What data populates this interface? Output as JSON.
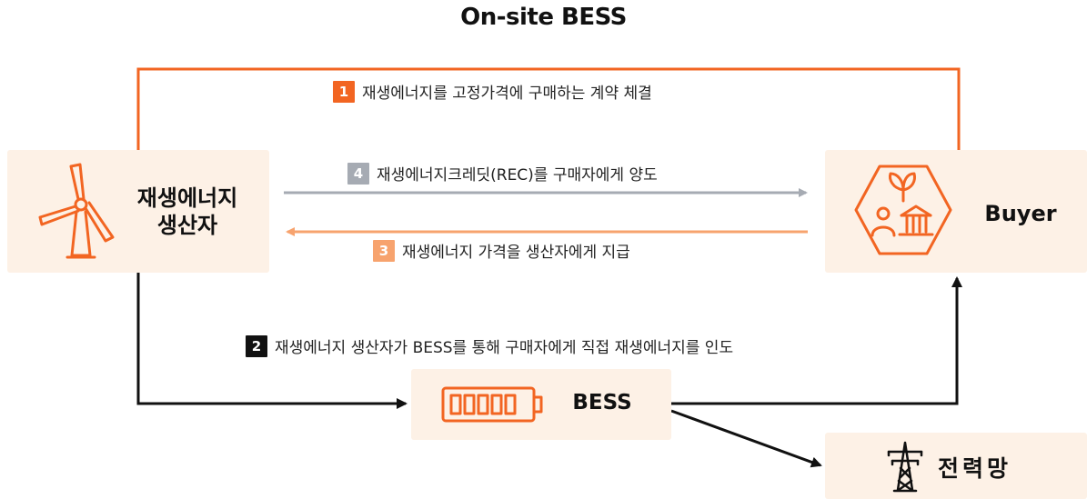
{
  "title": "On-site BESS",
  "nodes": {
    "producer": {
      "line1": "재생에너지",
      "line2": "생산자",
      "icon": "wind-turbine-icon"
    },
    "buyer": {
      "label": "Buyer",
      "icon": "buyer-building-leaf-icon"
    },
    "bess": {
      "label": "BESS",
      "icon": "battery-icon"
    },
    "grid": {
      "label": "전력망",
      "icon": "transmission-tower-icon"
    }
  },
  "steps": [
    {
      "num": "1",
      "text": "재생에너지를 고정가격에 구매하는 계약 체결",
      "color": "#f26522"
    },
    {
      "num": "2",
      "text": "재생에너지 생산자가 BESS를 통해 구매자에게 직접 재생에너지를 인도",
      "color": "#111111"
    },
    {
      "num": "3",
      "text": "재생에너지 가격을 생산자에게 지급",
      "color": "#f7a36e"
    },
    {
      "num": "4",
      "text": "재생에너지크레딧(REC)를 구매자에게 양도",
      "color": "#a6abb3"
    }
  ],
  "colors": {
    "orange": "#f26522",
    "light_orange": "#f7a36e",
    "gray": "#a6abb3",
    "box_bg": "#fdf1e6"
  }
}
